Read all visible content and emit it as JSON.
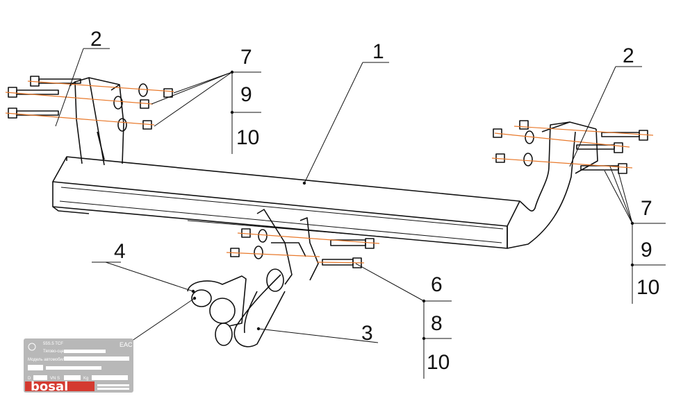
{
  "callouts": {
    "tow_bar": "1",
    "bracket_left": "2",
    "bracket_right": "2",
    "ball_neck": "3",
    "ball_plate": "4",
    "group_left": [
      "7",
      "9",
      "10"
    ],
    "group_right": [
      "7",
      "9",
      "10"
    ],
    "group_bottom": [
      "6",
      "8",
      "10"
    ]
  },
  "plate": {
    "brand": "bosal",
    "cert_mark": "EAC",
    "row1": "55S.5   TCF",
    "row2": "Тягово-сцепное",
    "row3": "Модель автомобиля",
    "row4": "D",
    "row5": "VN S",
    "row6": "Kg"
  },
  "colors": {
    "line": "#111111",
    "bolt_axis": "#e8782a",
    "plate_bg": "#b8b8b8",
    "brand_bg": "#d43a30"
  }
}
